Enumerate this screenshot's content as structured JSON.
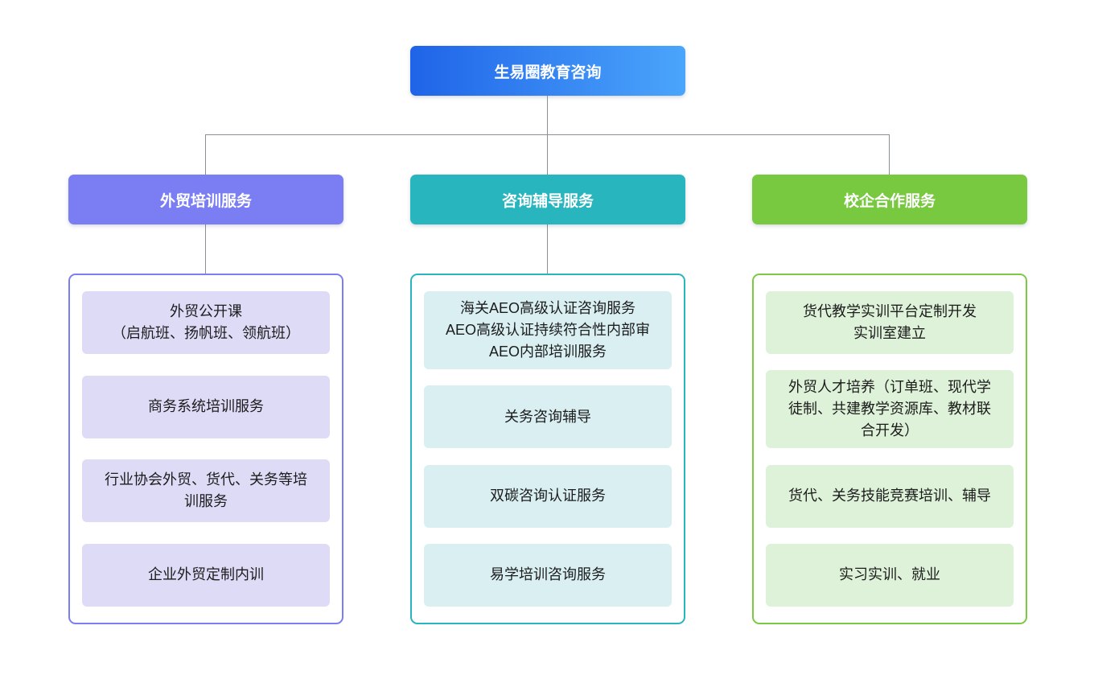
{
  "root": {
    "label": "生易圈教育咨询",
    "gradient_from": "#1f64e8",
    "gradient_to": "#4ba5fb"
  },
  "connector": {
    "color": "#8b9096"
  },
  "columns": [
    {
      "header": "外贸培训服务",
      "header_color": "#7b7ef2",
      "border_color": "#7b7ef2",
      "item_bg": "#dedbf7",
      "items": [
        {
          "text": "外贸公开课\n（启航班、扬帆班、领航班）"
        },
        {
          "text": "商务系统培训服务"
        },
        {
          "text": "行业协会外贸、货代、关务等培训服务"
        },
        {
          "text": "企业外贸定制内训"
        }
      ]
    },
    {
      "header": "咨询辅导服务",
      "header_color": "#28b5bd",
      "border_color": "#28b5bd",
      "item_bg": "#d9eff2",
      "items": [
        {
          "text": "海关AEO高级认证咨询服务\nAEO高级认证持续符合性内部审\nAEO内部培训服务"
        },
        {
          "text": "关务咨询辅导"
        },
        {
          "text": "双碳咨询认证服务"
        },
        {
          "text": "易学培训咨询服务"
        }
      ]
    },
    {
      "header": "校企合作服务",
      "header_color": "#78c840",
      "border_color": "#7cc944",
      "item_bg": "#def2d9",
      "items": [
        {
          "text": "货代教学实训平台定制开发\n实训室建立"
        },
        {
          "text": "外贸人才培养（订单班、现代学徒制、共建教学资源库、教材联合开发）"
        },
        {
          "text": "货代、关务技能竞赛培训、辅导"
        },
        {
          "text": "实习实训、就业"
        }
      ]
    }
  ]
}
